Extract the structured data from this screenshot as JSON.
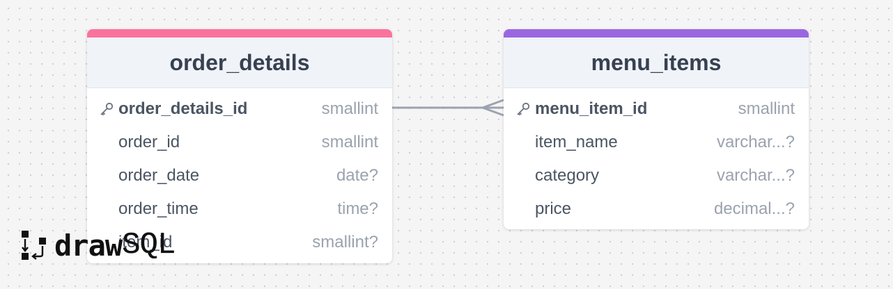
{
  "tables": [
    {
      "id": "order_details",
      "title": "order_details",
      "color": "#f9739c",
      "columns": [
        {
          "name": "order_details_id",
          "type": "smallint",
          "primary_key": true
        },
        {
          "name": "order_id",
          "type": "smallint",
          "primary_key": false
        },
        {
          "name": "order_date",
          "type": "date?",
          "primary_key": false
        },
        {
          "name": "order_time",
          "type": "time?",
          "primary_key": false
        },
        {
          "name": "item_id",
          "type": "smallint?",
          "primary_key": false
        }
      ]
    },
    {
      "id": "menu_items",
      "title": "menu_items",
      "color": "#9b67e0",
      "columns": [
        {
          "name": "menu_item_id",
          "type": "smallint",
          "primary_key": true
        },
        {
          "name": "item_name",
          "type": "varchar...?",
          "primary_key": false
        },
        {
          "name": "category",
          "type": "varchar...?",
          "primary_key": false
        },
        {
          "name": "price",
          "type": "decimal...?",
          "primary_key": false
        }
      ]
    }
  ],
  "relationship": {
    "from": "order_details.order_details_id",
    "to": "menu_items.menu_item_id",
    "to_end": "crow-foot-many",
    "color": "#9ca3af"
  },
  "logo": {
    "word_bold": "draw",
    "word_light": "SQL"
  },
  "icons": {
    "primary_key": "key-icon",
    "logo": "drawsql-logo-mark-icon"
  }
}
